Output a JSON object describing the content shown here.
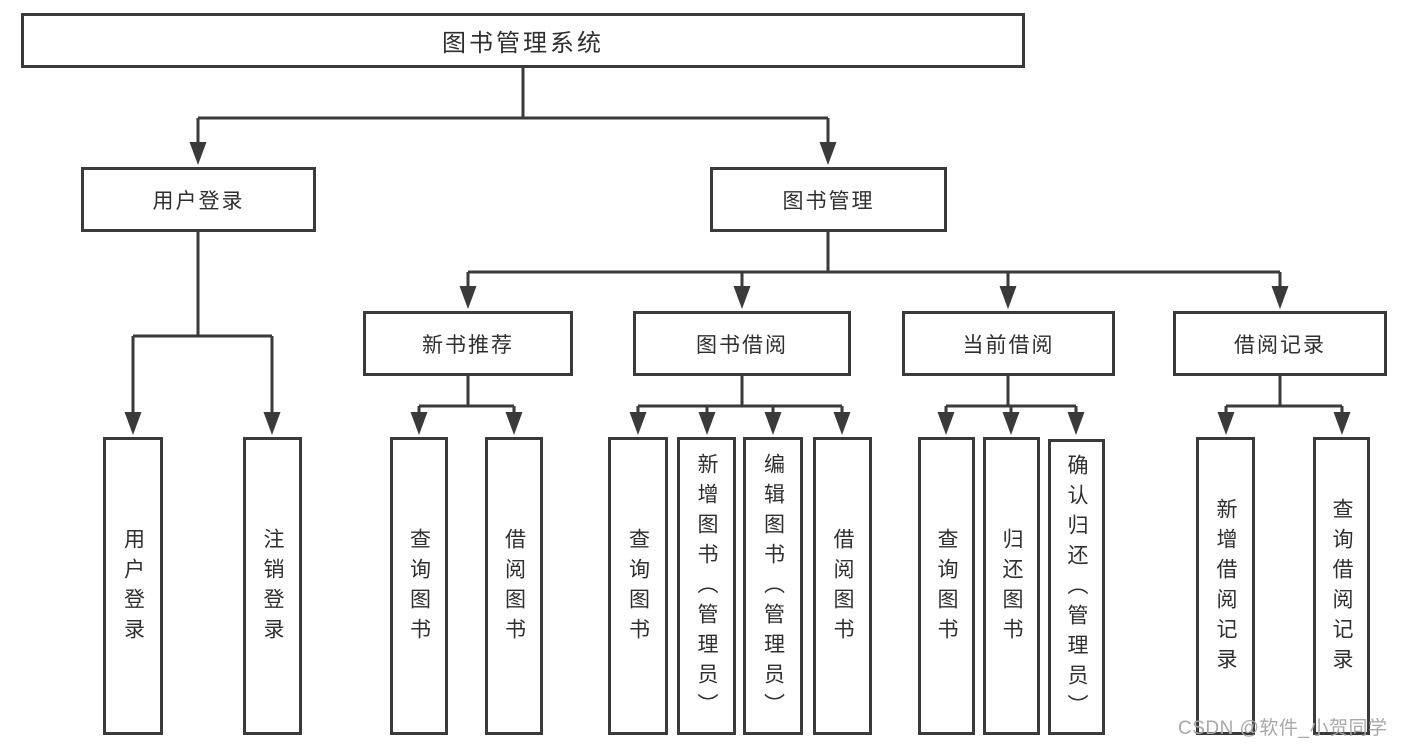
{
  "diagram_title": "图书管理系统",
  "tree": {
    "root": {
      "label": "图书管理系统"
    },
    "branches": [
      {
        "label": "用户登录",
        "children": [
          {
            "label": "用户登录"
          },
          {
            "label": "注销登录"
          }
        ]
      },
      {
        "label": "图书管理",
        "sections": [
          {
            "label": "新书推荐",
            "children": [
              {
                "label": "查询图书"
              },
              {
                "label": "借阅图书"
              }
            ]
          },
          {
            "label": "图书借阅",
            "children": [
              {
                "label": "查询图书"
              },
              {
                "label": "新增图书（管理员）"
              },
              {
                "label": "编辑图书（管理员）"
              },
              {
                "label": "借阅图书"
              }
            ]
          },
          {
            "label": "当前借阅",
            "children": [
              {
                "label": "查询图书"
              },
              {
                "label": "归还图书"
              },
              {
                "label": "确认归还（管理员）"
              }
            ]
          },
          {
            "label": "借阅记录",
            "children": [
              {
                "label": "新增借阅记录"
              },
              {
                "label": "查询借阅记录"
              }
            ]
          }
        ]
      }
    ]
  },
  "watermark": {
    "text": "CSDN @软件_小贺同学"
  },
  "colors": {
    "line": "#3a3a3a",
    "text": "#2f2f2f",
    "watermark": "#a8a8a8",
    "background": "#ffffff"
  }
}
